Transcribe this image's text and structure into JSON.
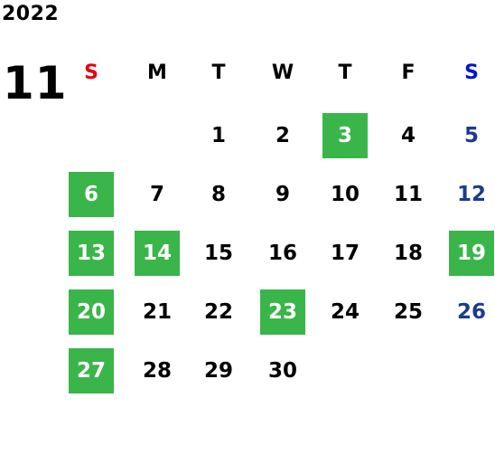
{
  "year": "2022",
  "month": "11",
  "colors": {
    "holiday_bg": "#3ab54a",
    "holiday_text": "#ffffff",
    "sunday_header": "#e60012",
    "saturday_header": "#0014d2",
    "saturday_day": "#1a3c8c",
    "default_text": "#000000"
  },
  "weekdays": [
    {
      "label": "S",
      "kind": "sunday"
    },
    {
      "label": "M",
      "kind": "weekday"
    },
    {
      "label": "T",
      "kind": "weekday"
    },
    {
      "label": "W",
      "kind": "weekday"
    },
    {
      "label": "T",
      "kind": "weekday"
    },
    {
      "label": "F",
      "kind": "weekday"
    },
    {
      "label": "S",
      "kind": "saturday"
    }
  ],
  "weeks": [
    [
      null,
      null,
      {
        "day": "1"
      },
      {
        "day": "2"
      },
      {
        "day": "3",
        "holiday": true
      },
      {
        "day": "4"
      },
      {
        "day": "5"
      }
    ],
    [
      {
        "day": "6",
        "holiday": true
      },
      {
        "day": "7"
      },
      {
        "day": "8"
      },
      {
        "day": "9"
      },
      {
        "day": "10"
      },
      {
        "day": "11"
      },
      {
        "day": "12"
      }
    ],
    [
      {
        "day": "13",
        "holiday": true
      },
      {
        "day": "14",
        "holiday": true
      },
      {
        "day": "15"
      },
      {
        "day": "16"
      },
      {
        "day": "17"
      },
      {
        "day": "18"
      },
      {
        "day": "19",
        "holiday": true
      }
    ],
    [
      {
        "day": "20",
        "holiday": true
      },
      {
        "day": "21"
      },
      {
        "day": "22"
      },
      {
        "day": "23",
        "holiday": true
      },
      {
        "day": "24"
      },
      {
        "day": "25"
      },
      {
        "day": "26"
      }
    ],
    [
      {
        "day": "27",
        "holiday": true
      },
      {
        "day": "28"
      },
      {
        "day": "29"
      },
      {
        "day": "30"
      },
      null,
      null,
      null
    ]
  ]
}
